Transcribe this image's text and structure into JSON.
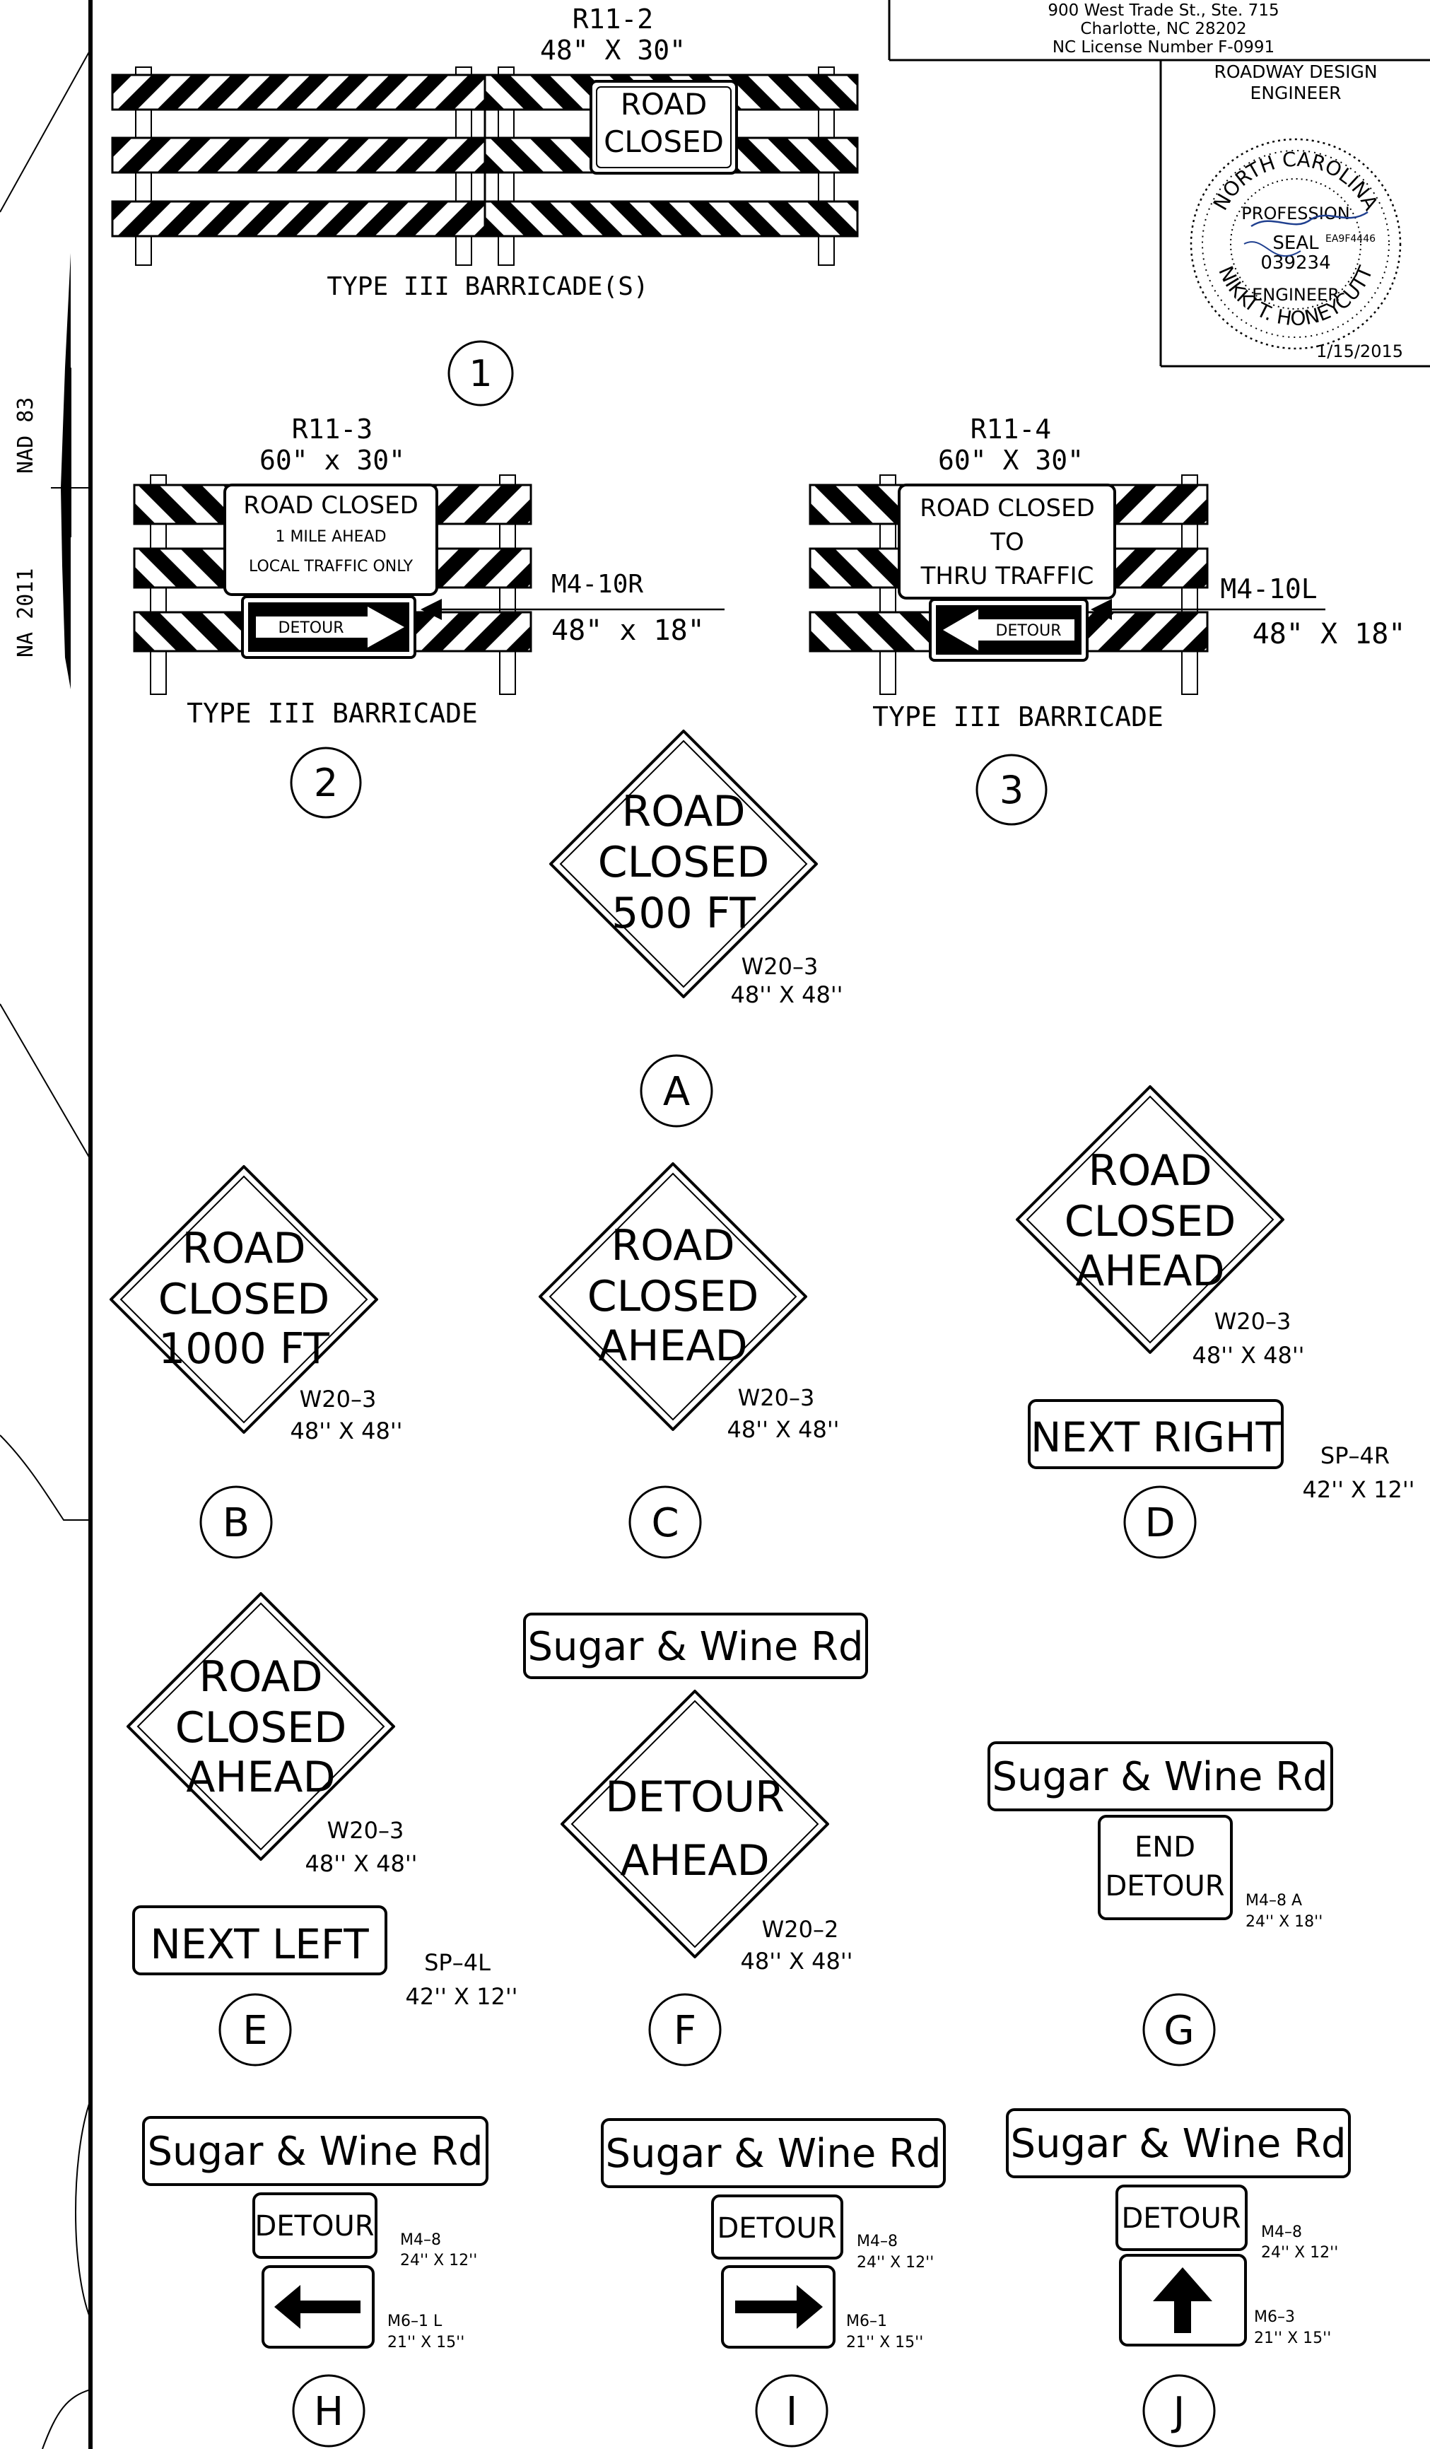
{
  "firm": {
    "address_line1": "900 West Trade St., Ste. 715",
    "address_line2": "Charlotte, NC 28202",
    "license": "NC License Number F-0991"
  },
  "seal": {
    "title_line1": "ROADWAY DESIGN",
    "title_line2": "ENGINEER",
    "state": "NORTH CAROLINA",
    "profession": "PROFESSION",
    "seal_word": "SEAL",
    "number": "039234",
    "engineer_word": "ENGINEER",
    "name": "NIKKI T. HONEYCUTT",
    "doc_id": "EA9F4446",
    "date": "1/15/2015"
  },
  "north_arrow": {
    "datum_top": "NAD 83",
    "datum_bottom": "NA 2011"
  },
  "barricade_1": {
    "sign_code": "R11-2",
    "sign_size": "48\" X 30\"",
    "sign_line1": "ROAD",
    "sign_line2": "CLOSED",
    "caption": "TYPE III BARRICADE(S)",
    "marker": "1"
  },
  "barricade_2": {
    "sign_code": "R11-3",
    "sign_size": "60\" x 30\"",
    "line1": "ROAD  CLOSED",
    "line2": "1 MILE AHEAD",
    "line3": "LOCAL TRAFFIC  ONLY",
    "detour": "DETOUR",
    "aux_code": "M4-10R",
    "aux_size": "48\" x 18\"",
    "caption": "TYPE III BARRICADE",
    "marker": "2"
  },
  "barricade_3": {
    "sign_code": "R11-4",
    "sign_size": "60\" X 30\"",
    "line1": "ROAD CLOSED",
    "line2": "TO",
    "line3": "THRU TRAFFIC",
    "detour": "DETOUR",
    "aux_code": "M4-10L",
    "aux_size": "48\" X 18\"",
    "caption": "TYPE III BARRICADE",
    "marker": "3"
  },
  "sign_A": {
    "line1": "ROAD",
    "line2": "CLOSED",
    "line3": "500  FT",
    "code": "W20–3",
    "size": "48'' X 48''",
    "marker": "A"
  },
  "sign_B": {
    "line1": "ROAD",
    "line2": "CLOSED",
    "line3": "1000  FT",
    "code": "W20–3",
    "size": "48'' X 48''",
    "marker": "B"
  },
  "sign_C": {
    "line1": "ROAD",
    "line2": "CLOSED",
    "line3": "AHEAD",
    "code": "W20–3",
    "size": "48'' X 48''",
    "marker": "C"
  },
  "sign_D": {
    "line1": "ROAD",
    "line2": "CLOSED",
    "line3": "AHEAD",
    "code": "W20–3",
    "size": "48'' X 48''",
    "plaque": "NEXT  RIGHT",
    "plaque_code": "SP–4R",
    "plaque_size": "42'' X 12''",
    "marker": "D"
  },
  "sign_E": {
    "line1": "ROAD",
    "line2": "CLOSED",
    "line3": "AHEAD",
    "code": "W20–3",
    "size": "48'' X 48''",
    "plaque": "NEXT  LEFT",
    "plaque_code": "SP–4L",
    "plaque_size": "42'' X 12''",
    "marker": "E"
  },
  "sign_F": {
    "street": "Sugar &  Wine  Rd",
    "line1": "DETOUR",
    "line2": "AHEAD",
    "code": "W20–2",
    "size": "48'' X 48''",
    "marker": "F"
  },
  "sign_G": {
    "street": "Sugar &  Wine  Rd",
    "line1": "END",
    "line2": "DETOUR",
    "code": "M4–8  A",
    "size": "24'' X 18''",
    "marker": "G"
  },
  "sign_H": {
    "street": "Sugar &  Wine  Rd",
    "detour": "DETOUR",
    "code": "M4–8",
    "size": "24'' X 12''",
    "arrow_code": "M6–1  L",
    "arrow_size": "21'' X 15''",
    "marker": "H"
  },
  "sign_I": {
    "street": "Sugar &  Wine  Rd",
    "detour": "DETOUR",
    "code": "M4–8",
    "size": "24'' X 12''",
    "arrow_code": "M6–1",
    "arrow_size": "21'' X 15''",
    "marker": "I"
  },
  "sign_J": {
    "street": "Sugar &  Wine  Rd",
    "detour": "DETOUR",
    "code": "M4–8",
    "size": "24'' X 12''",
    "arrow_code": "M6–3",
    "arrow_size": "21'' X 15''",
    "marker": "J"
  },
  "icons": {
    "north_arrow": "north-arrow-icon",
    "seal": "engineer-seal-icon",
    "arrow_left": "arrow-left-icon",
    "arrow_right": "arrow-right-icon",
    "arrow_up": "arrow-up-icon"
  },
  "colors": {
    "ink": "#000000",
    "paper": "#ffffff",
    "signature": "#1f3f8f"
  }
}
